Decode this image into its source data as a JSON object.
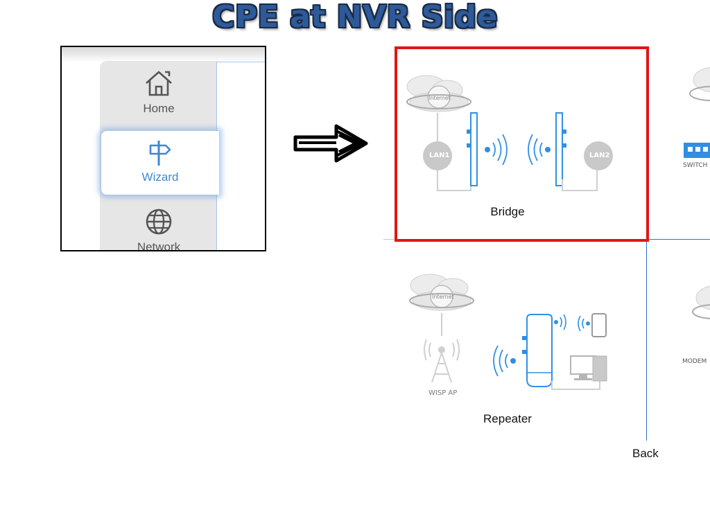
{
  "title": "CPE at NVR Side",
  "sidebar": {
    "items": [
      {
        "label": "Home",
        "icon": "home-icon"
      },
      {
        "label": "Wizard",
        "icon": "signpost-icon",
        "active": true
      },
      {
        "label": "Network",
        "icon": "globe-icon"
      }
    ]
  },
  "modes": {
    "bridge": {
      "caption": "Bridge",
      "internet_label": "Internet",
      "lan1_label": "LAN1",
      "lan2_label": "LAN2"
    },
    "repeater": {
      "caption": "Repeater",
      "internet_label": "Internet",
      "wisp_label": "WISP AP"
    },
    "partial_labels": {
      "switch": "SWITCH",
      "modem": "MODEM"
    }
  },
  "back_label": "Back",
  "colors": {
    "title_fill": "#2e5a9a",
    "accent_blue": "#2f8fe3",
    "highlight_red": "#e41414",
    "sidebar_active_text": "#3d86d6"
  }
}
